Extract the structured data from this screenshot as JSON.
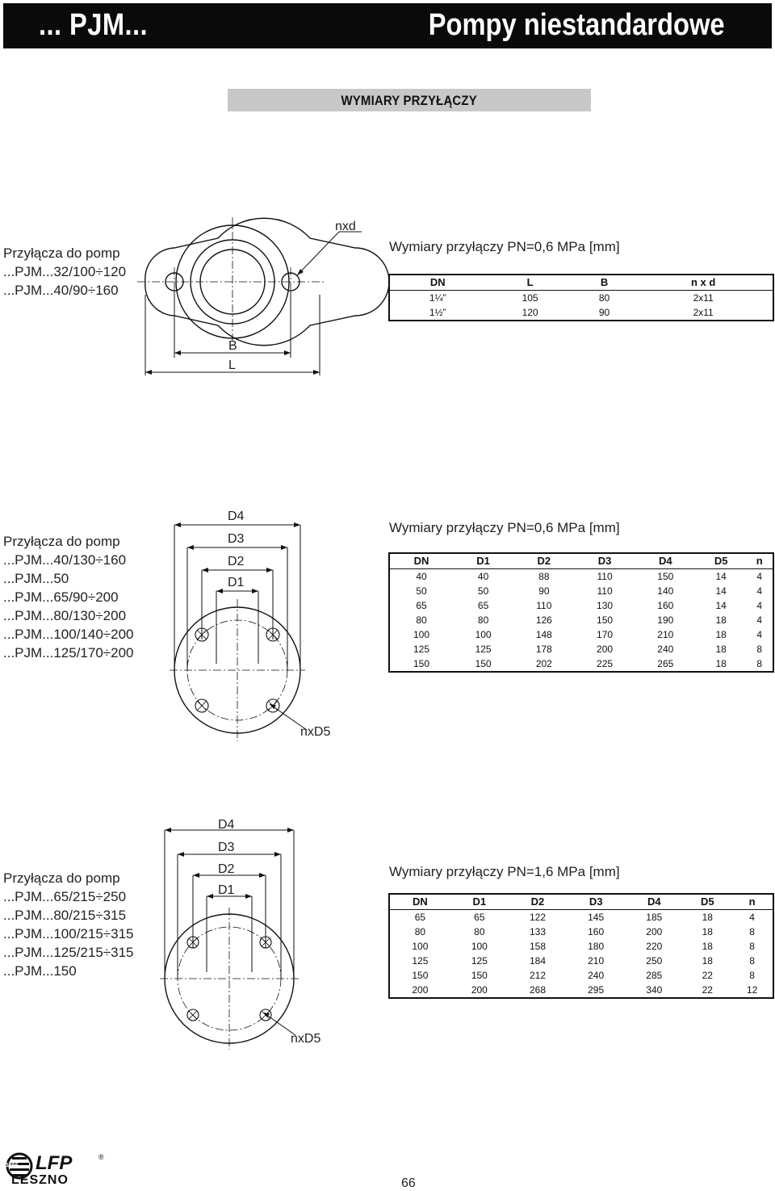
{
  "header": {
    "left": "... PJM...",
    "right": "Pompy niestandardowe"
  },
  "section_title": "WYMIARY PRZYŁĄCZY",
  "block1": {
    "applies": [
      "Przyłącza do pomp",
      "...PJM...32/100÷120",
      "...PJM...40/90÷160"
    ],
    "caption": "Wymiary przyłączy PN=0,6 MPa [mm]",
    "labels": {
      "nxd": "nxd",
      "B": "B",
      "L": "L"
    },
    "columns": [
      "DN",
      "L",
      "B",
      "n x d"
    ],
    "rows": [
      [
        "1¼”",
        "105",
        "80",
        "2x11"
      ],
      [
        "1½”",
        "120",
        "90",
        "2x11"
      ]
    ]
  },
  "block2": {
    "applies": [
      "Przyłącza do pomp",
      "...PJM...40/130÷160",
      "...PJM...50",
      "...PJM...65/90÷200",
      "...PJM...80/130÷200",
      "...PJM...100/140÷200",
      "...PJM...125/170÷200"
    ],
    "caption": "Wymiary przyłączy PN=0,6 MPa [mm]",
    "labels": {
      "d4": "D4",
      "d3": "D3",
      "d2": "D2",
      "d1": "D1",
      "nxd5": "nxD5"
    },
    "columns": [
      "DN",
      "D1",
      "D2",
      "D3",
      "D4",
      "D5",
      "n"
    ],
    "rows": [
      [
        "40",
        "40",
        "88",
        "110",
        "150",
        "14",
        "4"
      ],
      [
        "50",
        "50",
        "90",
        "110",
        "140",
        "14",
        "4"
      ],
      [
        "65",
        "65",
        "110",
        "130",
        "160",
        "14",
        "4"
      ],
      [
        "80",
        "80",
        "126",
        "150",
        "190",
        "18",
        "4"
      ],
      [
        "100",
        "100",
        "148",
        "170",
        "210",
        "18",
        "4"
      ],
      [
        "125",
        "125",
        "178",
        "200",
        "240",
        "18",
        "8"
      ],
      [
        "150",
        "150",
        "202",
        "225",
        "265",
        "18",
        "8"
      ]
    ]
  },
  "block3": {
    "applies": [
      "Przyłącza do pomp",
      "...PJM...65/215÷250",
      "...PJM...80/215÷315",
      "...PJM...100/215÷315",
      "...PJM...125/215÷315",
      "...PJM...150"
    ],
    "caption": "Wymiary przyłączy PN=1,6 MPa [mm]",
    "labels": {
      "d4": "D4",
      "d3": "D3",
      "d2": "D2",
      "d1": "D1",
      "nxd5": "nxD5"
    },
    "columns": [
      "DN",
      "D1",
      "D2",
      "D3",
      "D4",
      "D5",
      "n"
    ],
    "rows": [
      [
        "65",
        "65",
        "122",
        "145",
        "185",
        "18",
        "4"
      ],
      [
        "80",
        "80",
        "133",
        "160",
        "200",
        "18",
        "8"
      ],
      [
        "100",
        "100",
        "158",
        "180",
        "220",
        "18",
        "8"
      ],
      [
        "125",
        "125",
        "184",
        "210",
        "250",
        "18",
        "8"
      ],
      [
        "150",
        "150",
        "212",
        "240",
        "285",
        "22",
        "8"
      ],
      [
        "200",
        "200",
        "268",
        "295",
        "340",
        "22",
        "12"
      ]
    ]
  },
  "footer": {
    "logo_year": "1866",
    "logo_brand": "LFP",
    "logo_city": "LESZNO",
    "page_number": "66"
  }
}
